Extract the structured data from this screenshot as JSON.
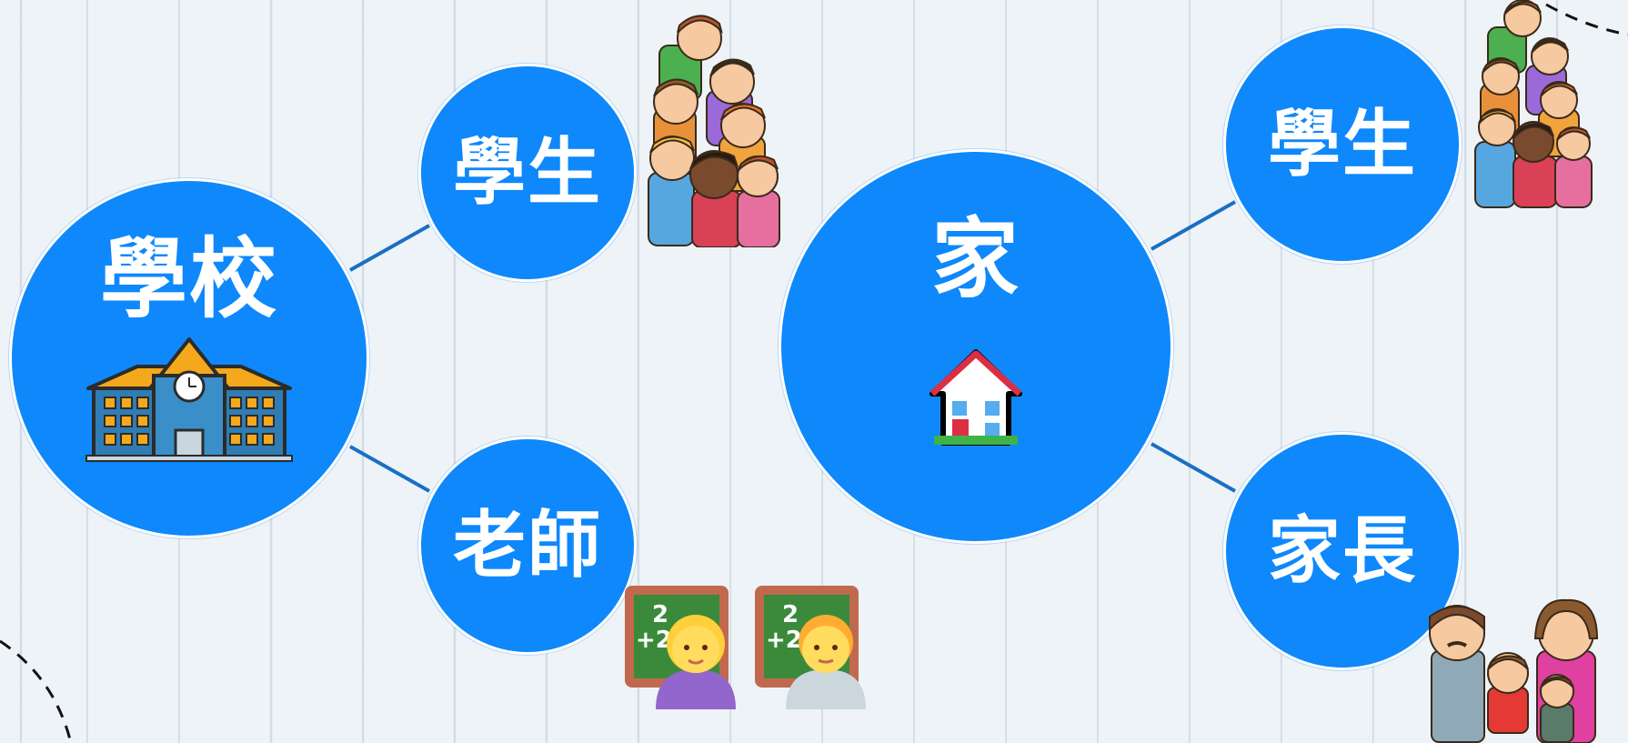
{
  "nodes": {
    "school": {
      "label": "學校",
      "icon": "school-building-icon"
    },
    "home": {
      "label": "家",
      "icon": "house-icon"
    },
    "student_school": {
      "label": "學生",
      "icon": "students-group-icon"
    },
    "teacher": {
      "label": "老師",
      "icon": "teacher-icon"
    },
    "student_home": {
      "label": "學生",
      "icon": "students-group-icon"
    },
    "parents": {
      "label": "家長",
      "icon": "family-icon"
    }
  },
  "colors": {
    "node_fill": "#0e88fb",
    "node_border": "#ffffff",
    "link": "#1a6fc4",
    "background": "#eef3f7"
  }
}
